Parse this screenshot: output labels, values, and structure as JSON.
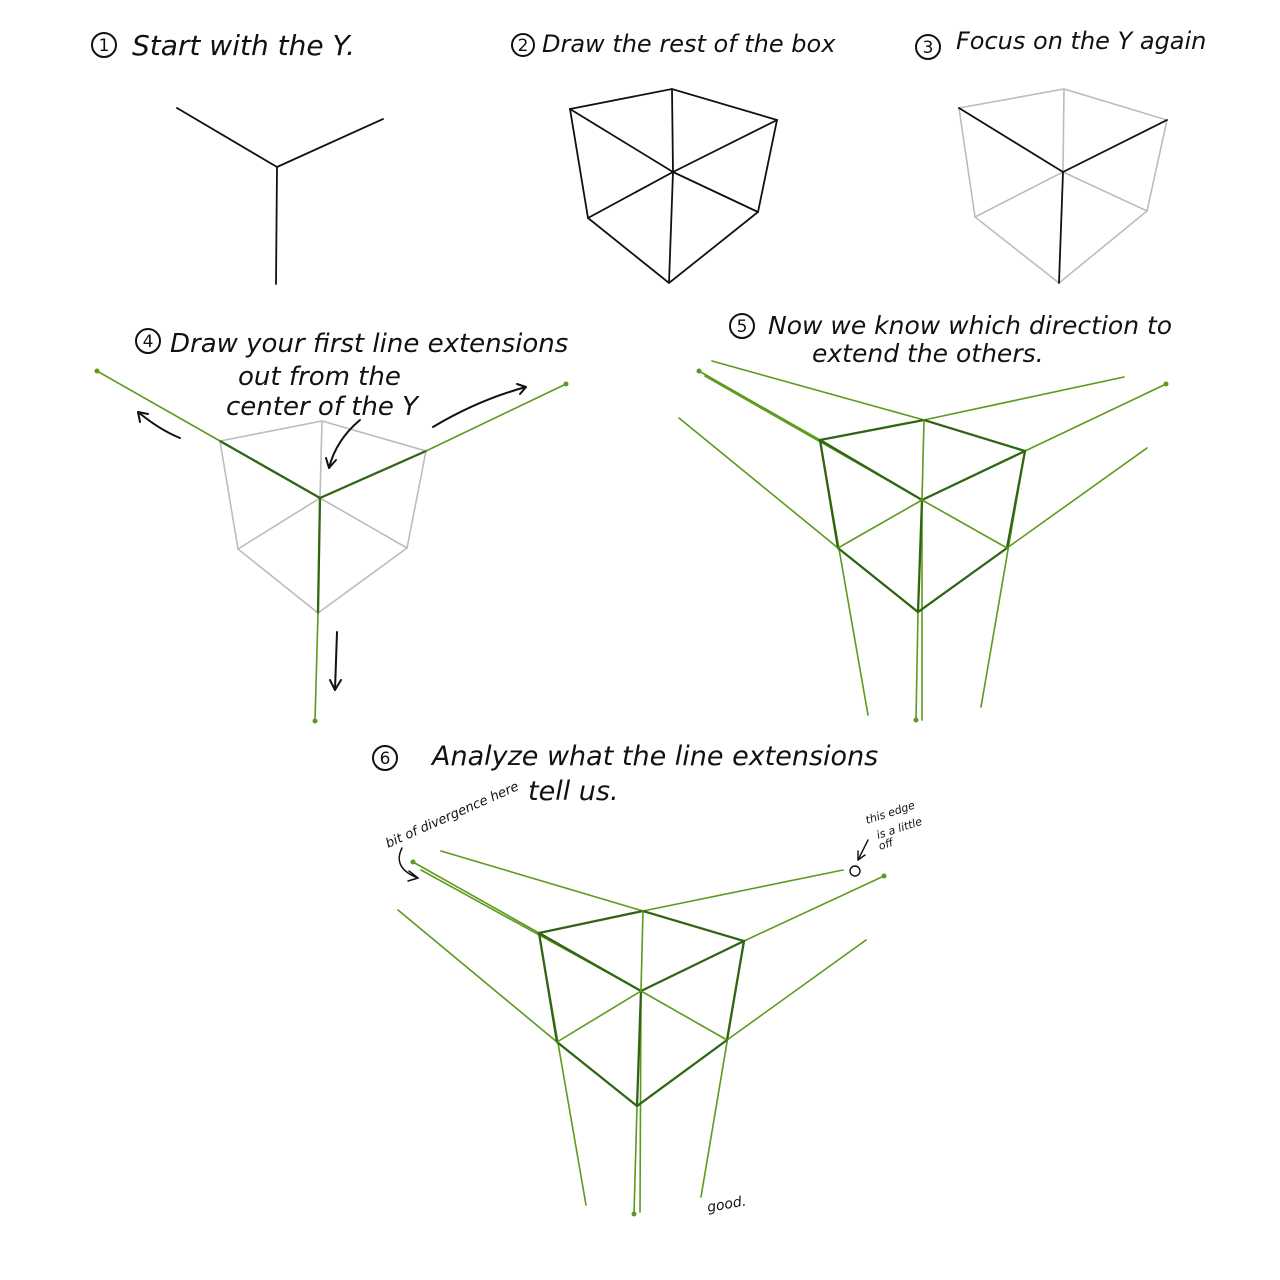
{
  "steps": [
    {
      "number": "1",
      "label": "Start with the Y."
    },
    {
      "number": "2",
      "label": "Draw the rest of the box"
    },
    {
      "number": "3",
      "label": "Focus on the Y again"
    },
    {
      "number": "4",
      "label_lines": [
        "Draw your first line extensions",
        "out from the",
        "center of the Y"
      ]
    },
    {
      "number": "5",
      "label_lines": [
        "Now we know which direction to",
        "extend the others."
      ]
    },
    {
      "number": "6",
      "label_lines": [
        "Analyze what the line extensions",
        "tell us."
      ]
    }
  ],
  "annotations": {
    "divergence": "bit of divergence here",
    "edge_off": [
      "this edge",
      "is a little",
      "off"
    ],
    "good": "good."
  },
  "colors": {
    "ink": "#111111",
    "faded": "#bcbcbc",
    "extension_green": "#5c9a1d",
    "dark_green": "#2f6513"
  }
}
